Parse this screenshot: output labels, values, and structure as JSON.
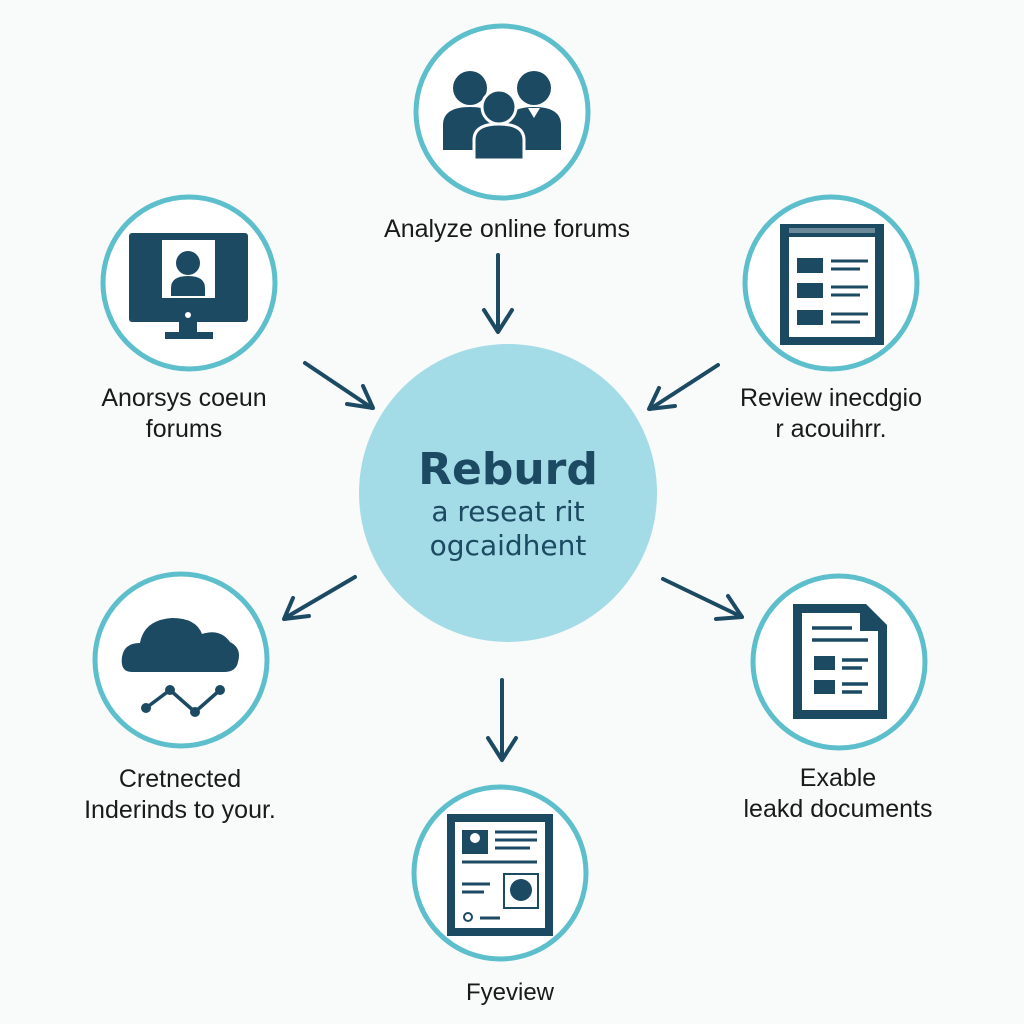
{
  "colors": {
    "background": "#f9fafa",
    "navy": "#1c4a63",
    "teal_ring": "#5dbfcc",
    "center_fill": "#a3dce6",
    "text": "#1a1a1a"
  },
  "center": {
    "title": "Reburd",
    "line1": "a reseat rit",
    "line2": "ogcaidhent"
  },
  "nodes": {
    "top": {
      "icon": "people-group-icon",
      "label_line1": "Analyze online forums"
    },
    "upper_left": {
      "icon": "monitor-user-icon",
      "label_line1": "Anorsys coeun",
      "label_line2": "forums"
    },
    "upper_right": {
      "icon": "webpage-list-icon",
      "label_line1": "Review inecdgio",
      "label_line2": "r acouihrr."
    },
    "lower_left": {
      "icon": "cloud-chart-icon",
      "label_line1": "Cretnected",
      "label_line2": "Inderinds to your."
    },
    "lower_right": {
      "icon": "document-icon",
      "label_line1": "Exable",
      "label_line2": "leakd documents"
    },
    "bottom": {
      "icon": "profile-document-icon",
      "label_line1": "Fyeview"
    }
  }
}
